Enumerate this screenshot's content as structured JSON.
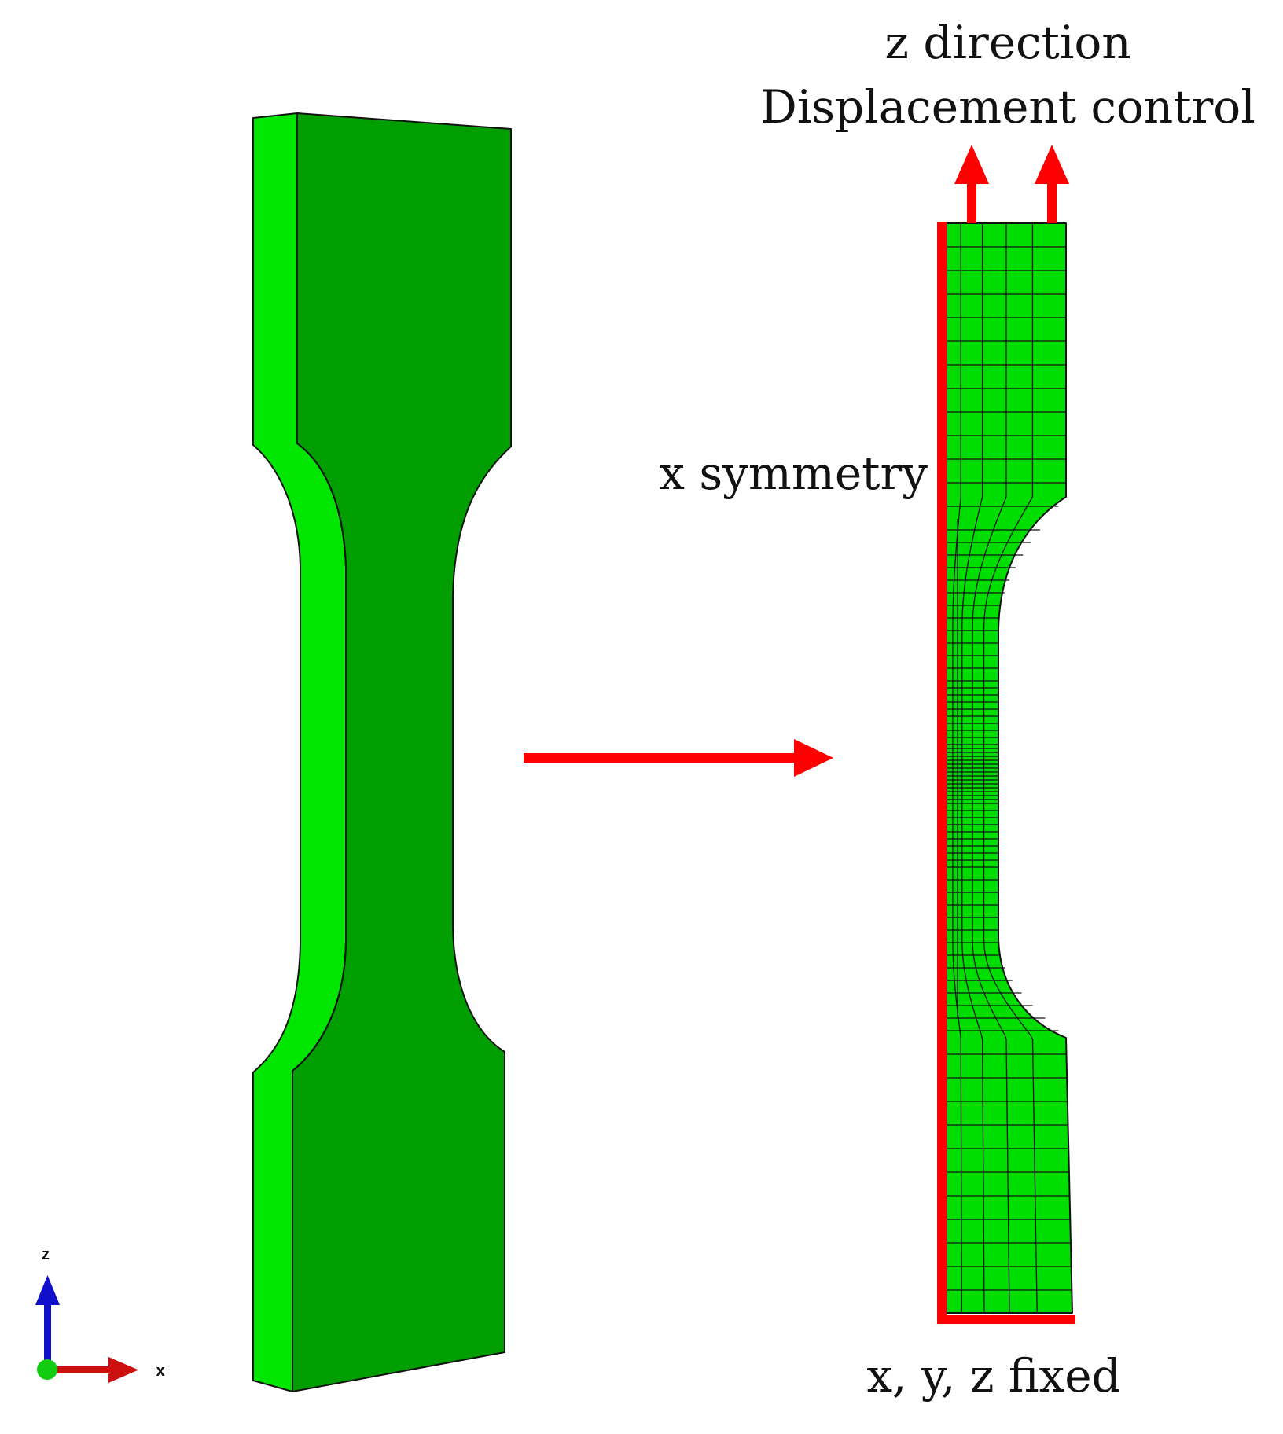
{
  "colors": {
    "specimen_face": "#009e00",
    "specimen_side": "#00e600",
    "mesh_fill": "#00dd00",
    "boundary": "#ff0000",
    "axis_z": "#1010cc",
    "axis_x": "#cc1010",
    "axis_origin": "#11cc11"
  },
  "labels": {
    "load_line1": "z direction",
    "load_line2": "Displacement control",
    "symmetry": "x symmetry",
    "fixed": "x, y, z fixed"
  },
  "axes_triad": {
    "z_label": "z",
    "x_label": "x"
  },
  "icons": {
    "process_arrow": "right-arrow-icon",
    "load_arrows": "up-arrow-icon"
  }
}
